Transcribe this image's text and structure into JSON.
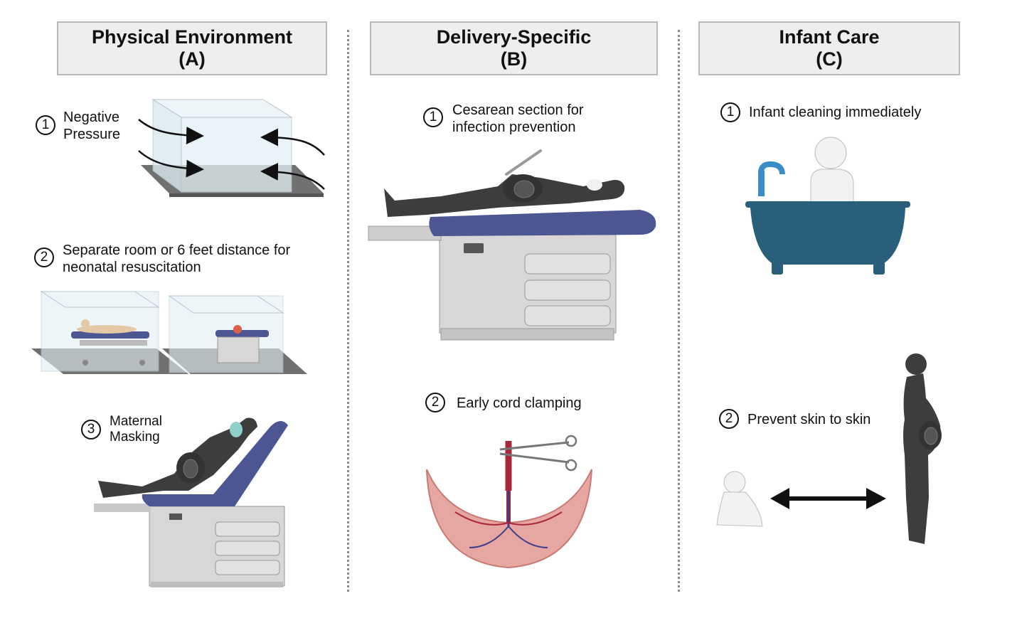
{
  "columns": [
    {
      "title": "Physical Environment",
      "letter": "(A)",
      "items": [
        {
          "num": "1",
          "text": "Negative\nPressure"
        },
        {
          "num": "2",
          "text": "Separate room or 6 feet distance for\nneonatal resuscitation"
        },
        {
          "num": "3",
          "text": "Maternal\nMasking"
        }
      ]
    },
    {
      "title": "Delivery-Specific",
      "letter": "(B)",
      "items": [
        {
          "num": "1",
          "text": "Cesarean section for\ninfection prevention"
        },
        {
          "num": "2",
          "text": "Early cord clamping"
        }
      ]
    },
    {
      "title": "Infant Care",
      "letter": "(C)",
      "items": [
        {
          "num": "1",
          "text": "Infant cleaning immediately"
        },
        {
          "num": "2",
          "text": "Prevent skin to skin"
        }
      ]
    }
  ],
  "colors": {
    "table_cushion": "#4b5693",
    "table_cabinet": "#d8d6d6",
    "figure": "#3d3d3d",
    "tub": "#2a5f7c",
    "faucet": "#3a8ec8",
    "placenta": "#e6a6a1",
    "floor": "#707070",
    "glass": "#e4f0f5"
  }
}
